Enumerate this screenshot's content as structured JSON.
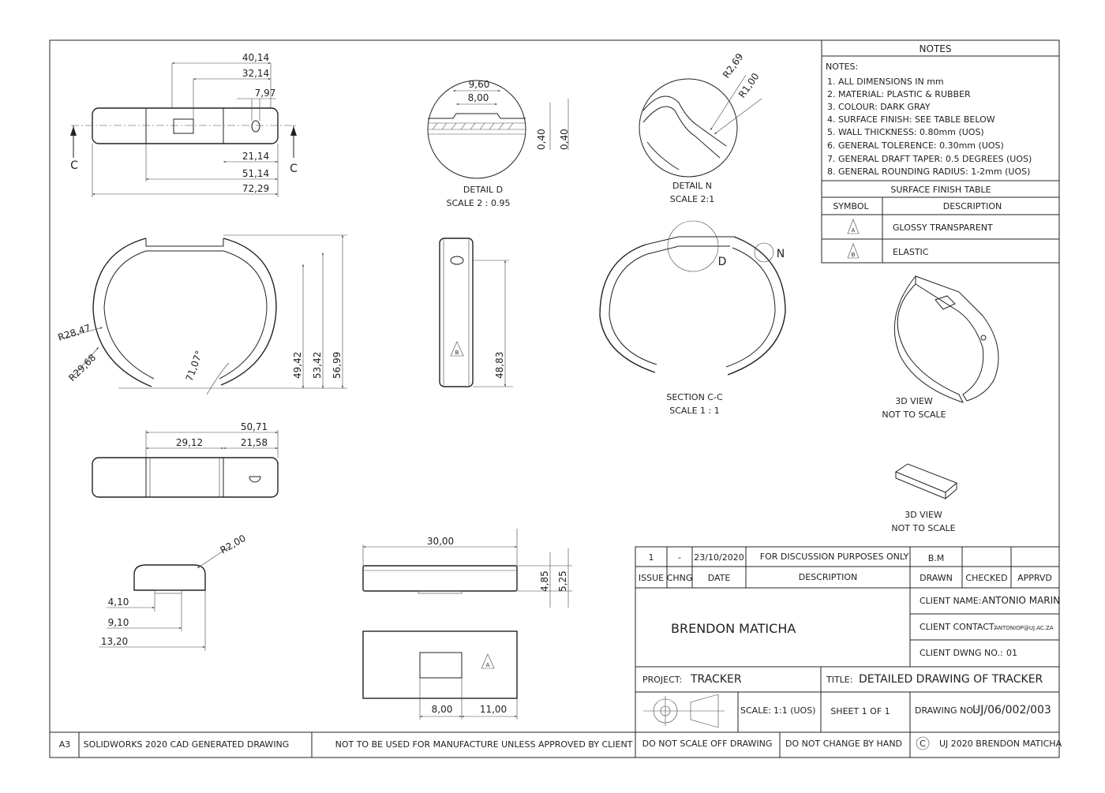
{
  "notes": {
    "header": "NOTES",
    "subheader": "NOTES:",
    "items": [
      "1. ALL DIMENSIONS IN mm",
      "2. MATERIAL: PLASTIC & RUBBER",
      "3. COLOUR: DARK GRAY",
      "4. SURFACE FINISH: SEE TABLE BELOW",
      "5. WALL THICKNESS:  0.80mm (UOS)",
      "6. GENERAL TOLERENCE: 0.30mm (UOS)",
      "7. GENERAL DRAFT TAPER: 0.5 DEGREES (UOS)",
      "8. GENERAL ROUNDING RADIUS: 1-2mm (UOS)"
    ],
    "finish_table": {
      "title": "SURFACE FINISH TABLE",
      "col_symbol": "SYMBOL",
      "col_description": "DESCRIPTION",
      "rows": [
        {
          "symbol": "A",
          "description": "GLOSSY TRANSPARENT"
        },
        {
          "symbol": "B",
          "description": "ELASTIC"
        }
      ]
    }
  },
  "title_block": {
    "issue": "1",
    "chng": "-",
    "date": "23/10/2020",
    "description": "FOR DISCUSSION PURPOSES ONLY",
    "drawn": "B.M",
    "checked": "",
    "approved": "",
    "h_issue": "ISSUE",
    "h_chng": "CHNG",
    "h_date": "DATE",
    "h_description": "DESCRIPTION",
    "h_drawn": "DRAWN",
    "h_checked": "CHECKED",
    "h_approved": "APPRVD",
    "author": "BRENDON MATICHA",
    "client_name_label": "CLIENT NAME:",
    "client_name": "ANTONIO MARIN",
    "client_contact_label": "CLIENT CONTACT:",
    "client_contact": "ANTONIOP@UJ.AC.ZA",
    "client_dwng_label": "CLIENT DWNG NO.:",
    "client_dwng": "01",
    "project_label": "PROJECT:",
    "project": "TRACKER",
    "title_label": "TITLE:",
    "title": "DETAILED DRAWING OF TRACKER",
    "scale_label": "SCALE:",
    "scale": "1:1 (UOS)",
    "sheet": "SHEET 1 OF 1",
    "drawing_no_label": "DRAWING NO.:",
    "drawing_no": "UJ/06/002/003"
  },
  "footer": {
    "size": "A3",
    "software": "SOLIDWORKS 2020 CAD GENERATED DRAWING",
    "warning": "NOT TO BE USED FOR MANUFACTURE UNLESS APPROVED BY CLIENT",
    "no_scale": "DO NOT SCALE OFF DRAWING",
    "no_change": "DO NOT CHANGE BY HAND",
    "copyright_symbol": "C",
    "copyright": "UJ 2020 BRENDON MATICHA"
  },
  "views": {
    "top": {
      "d1": "40,14",
      "d2": "32,14",
      "d3": "7,97",
      "d4": "21,14",
      "d5": "51,14",
      "d6": "72,29",
      "section_mark": "C"
    },
    "detail_d": {
      "d1": "9,60",
      "d2": "8,00",
      "d3": "0,40",
      "d4": "0,40",
      "label": "DETAIL D",
      "scale": "SCALE 2 : 0.95"
    },
    "detail_n": {
      "d1": "R2,69",
      "d2": "R1,00",
      "label": "DETAIL N",
      "scale": "SCALE 2:1"
    },
    "front": {
      "r1": "R28,47",
      "r2": "R29,68",
      "angle": "71,07°",
      "h1": "49,42",
      "h2": "53,42",
      "h3": "56,99"
    },
    "side": {
      "h": "48,83",
      "symbol": "B"
    },
    "section": {
      "detail_d": "D",
      "detail_n": "N",
      "label": "SECTION C-C",
      "scale": "SCALE 1 : 1"
    },
    "iso1": {
      "label": "3D VIEW",
      "sub": "NOT TO SCALE"
    },
    "iso2": {
      "label": "3D VIEW",
      "sub": "NOT TO SCALE"
    },
    "bottom": {
      "d1": "50,71",
      "d2": "29,12",
      "d3": "21,58"
    },
    "module_side": {
      "r": "R2,00",
      "d1": "4,10",
      "d2": "9,10",
      "d3": "13,20"
    },
    "module_front": {
      "d1": "30,00",
      "d2": "4,85",
      "d3": "5,25"
    },
    "module_top": {
      "d1": "8,00",
      "d2": "11,00",
      "symbol": "A"
    }
  }
}
